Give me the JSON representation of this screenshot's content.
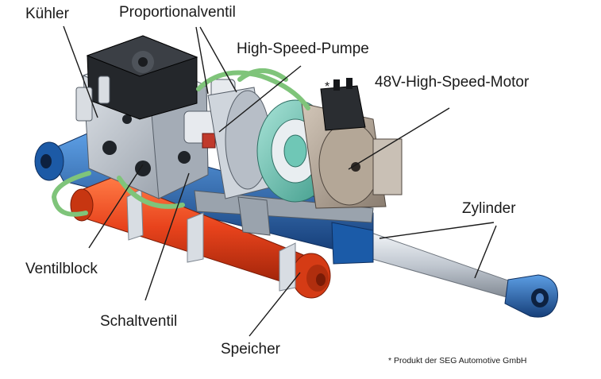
{
  "labels": {
    "kuehler": "Kühler",
    "proportionalventil": "Proportionalventil",
    "high_speed_pumpe": "High-Speed-Pumpe",
    "motor": "48V-High-Speed-Motor",
    "motor_marker": "*",
    "zylinder": "Zylinder",
    "ventilblock": "Ventilblock",
    "schaltventil": "Schaltventil",
    "speicher": "Speicher"
  },
  "footnote": "* Produkt der SEG Automotive GmbH",
  "colors": {
    "cylinder_red": "#e8431c",
    "cylinder_blue": "#1e64b4",
    "motor_teal": "#6fc7b6",
    "block_grey": "#bcc3cc",
    "pipe_green": "#7fc47a"
  }
}
